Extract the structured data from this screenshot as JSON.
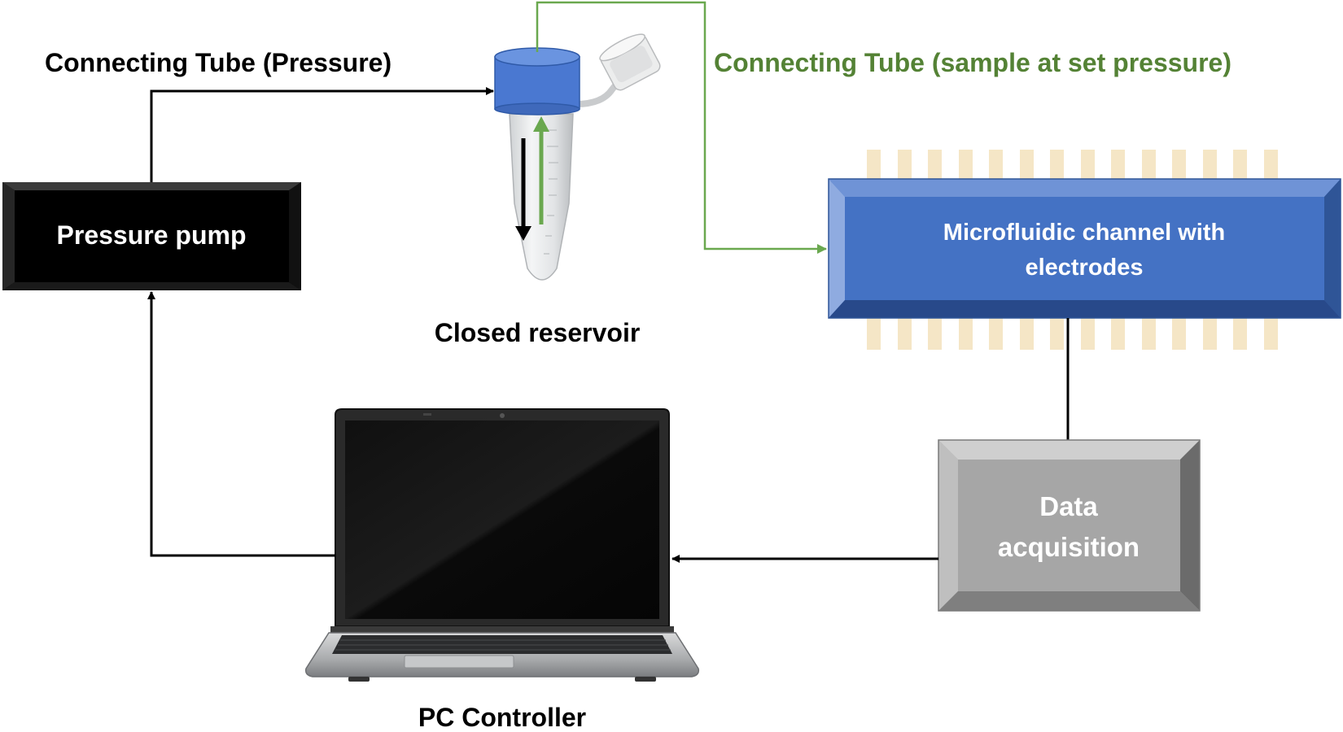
{
  "labels": {
    "connecting_tube_pressure": "Connecting Tube (Pressure)",
    "connecting_tube_sample": "Connecting Tube (sample at set pressure)",
    "pressure_pump": "Pressure pump",
    "closed_reservoir": "Closed reservoir",
    "microfluidic_line1": "Microfluidic channel with",
    "microfluidic_line2": "electrodes",
    "data_acq_line1": "Data",
    "data_acq_line2": "acquisition",
    "pc_controller": "PC Controller"
  },
  "colors": {
    "black": "#000000",
    "green": "#6aa84f",
    "green_text": "#548235",
    "microfluidic_blue": "#4472c4",
    "reservoir_cap_blue": "#4a78d1",
    "data_acq_gray": "#a6a6a6",
    "electrode_pad": "#f5e6c6"
  },
  "icons": {
    "reservoir": "eppendorf-tube-icon",
    "pc": "laptop-icon"
  }
}
